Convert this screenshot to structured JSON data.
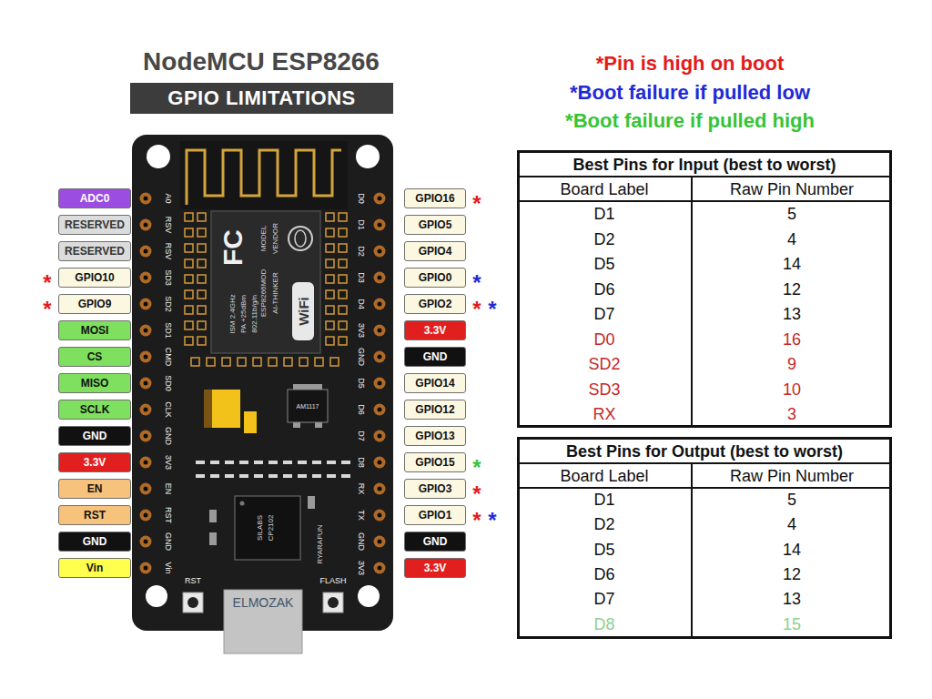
{
  "diagram": {
    "title": "NodeMCU ESP8266",
    "nodes": [
      {
        "text": [
          "GPIO LIMITATIONS"
        ]
      },
      {
        "text": [
          "ADC0"
        ]
      },
      {
        "text": [
          "RESERVED"
        ]
      },
      {
        "text": [
          "RESERVED"
        ]
      },
      {
        "text": [
          "GPIO10"
        ]
      },
      {
        "text": [
          "GPIO9"
        ]
      },
      {
        "text": [
          "MOSI"
        ]
      },
      {
        "text": [
          "CS"
        ]
      },
      {
        "text": [
          "MISO"
        ]
      },
      {
        "text": [
          "SCLK"
        ]
      },
      {
        "text": [
          "GND"
        ]
      },
      {
        "text": [
          "3.3V"
        ]
      },
      {
        "text": [
          "EN"
        ]
      },
      {
        "text": [
          "RST"
        ]
      },
      {
        "text": [
          "GND"
        ]
      },
      {
        "text": [
          "Vin"
        ]
      },
      {
        "text": [
          "GPIO16"
        ]
      },
      {
        "text": [
          "GPIO5"
        ]
      },
      {
        "text": [
          "GPIO4"
        ]
      },
      {
        "text": [
          "GPIO0"
        ]
      },
      {
        "text": [
          "GPIO2"
        ]
      },
      {
        "text": [
          "3.3V"
        ]
      },
      {
        "text": [
          "GND"
        ]
      },
      {
        "text": [
          "GPIO14"
        ]
      },
      {
        "text": [
          "GPIO12"
        ]
      },
      {
        "text": [
          "GPIO13"
        ]
      },
      {
        "text": [
          "GPIO15"
        ]
      },
      {
        "text": [
          "GPIO3"
        ]
      },
      {
        "text": [
          "GPIO1"
        ]
      },
      {
        "text": [
          "GND"
        ]
      },
      {
        "text": [
          "3.3V"
        ]
      },
      {
        "text": [
          "Best Pins for Input (best to worst)"
        ]
      },
      {
        "text": [
          "Best Pins for Output (best to worst)"
        ]
      }
    ],
    "labels": [
      "A0",
      "RSV",
      "RSV",
      "SD3",
      "SD2",
      "SD1",
      "CMD",
      "SD0",
      "CLK",
      "GND",
      "3V3",
      "EN",
      "RST",
      "GND",
      "Vin",
      "D0",
      "D1",
      "D2",
      "D3",
      "D4",
      "3V3",
      "GND",
      "D5",
      "D6",
      "D7",
      "D8",
      "RX",
      "TX",
      "GND",
      "3V3",
      "MODEL",
      "VENDOR",
      "ESP8266MOD",
      "AI-THINKER",
      "ISM 2.4GHz",
      "PA +25dBm",
      "802.11b/g/n",
      "FC",
      "WiFi",
      "AM1117",
      "SILABS",
      "CP2102",
      "RYARAFUN",
      "RST",
      "FLASH",
      "ELMOZAK",
      "*",
      "*",
      "*",
      "*",
      "*",
      "*",
      "*",
      "*",
      "*",
      "*",
      "Board Label",
      "Raw Pin Number",
      "D1",
      "5",
      "D2",
      "4",
      "D5",
      "14",
      "D6",
      "12",
      "D7",
      "13",
      "D0",
      "16",
      "SD2",
      "9",
      "SD3",
      "10",
      "RX",
      "3",
      "Board Label",
      "Raw Pin Number",
      "D1",
      "5",
      "D2",
      "4",
      "D5",
      "14",
      "D6",
      "12",
      "D7",
      "13",
      "D8",
      "15"
    ],
    "legend": [
      {
        "text": "*Pin is high on boot",
        "color": "#e31b1b"
      },
      {
        "text": "*Boot failure if pulled low",
        "color": "#1f2bd6"
      },
      {
        "text": "*Boot failure if pulled high",
        "color": "#37c437"
      }
    ]
  }
}
